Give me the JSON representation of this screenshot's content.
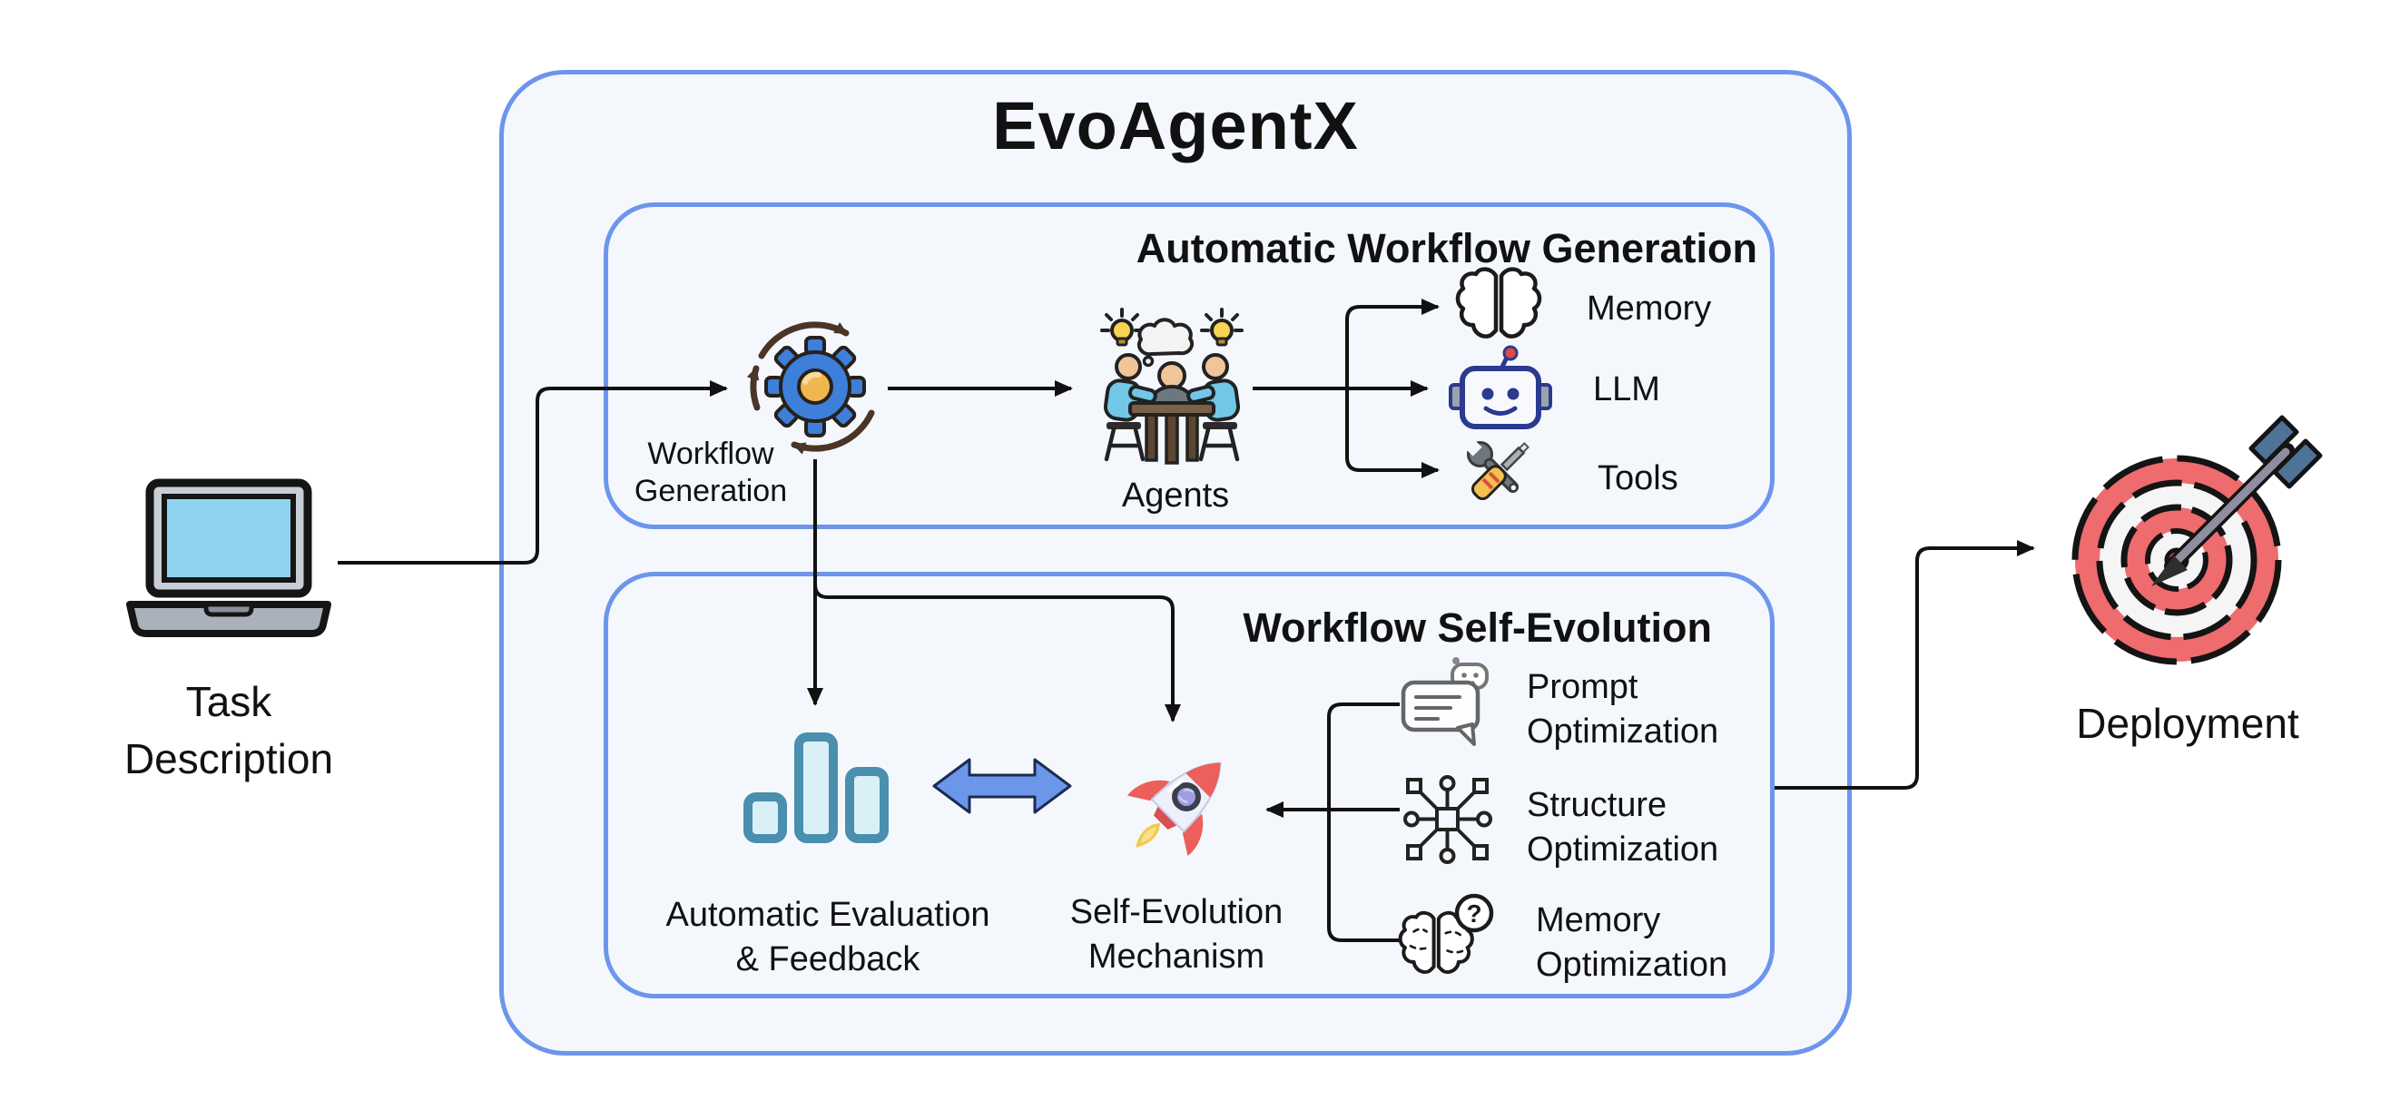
{
  "title": "EvoAgentX",
  "input": {
    "line1": "Task",
    "line2": "Description"
  },
  "output": {
    "label": "Deployment"
  },
  "generation_box": {
    "header": "Automatic Workflow Generation",
    "generator": {
      "line1": "Workflow",
      "line2": "Generation"
    },
    "agents_label": "Agents",
    "resources": [
      {
        "icon": "brain-icon",
        "label": "Memory"
      },
      {
        "icon": "robot-icon",
        "label": "LLM"
      },
      {
        "icon": "tools-icon",
        "label": "Tools"
      }
    ]
  },
  "evolution_box": {
    "header": "Workflow Self-Evolution",
    "evaluation": {
      "line1": "Automatic Evaluation",
      "line2": "& Feedback"
    },
    "mechanism": {
      "line1": "Self-Evolution",
      "line2": "Mechanism"
    },
    "optimizations": [
      {
        "icon": "prompt-optimization-icon",
        "line1": "Prompt",
        "line2": "Optimization"
      },
      {
        "icon": "structure-optimization-icon",
        "line1": "Structure",
        "line2": "Optimization"
      },
      {
        "icon": "memory-optimization-icon",
        "line1": "Memory",
        "line2": "Optimization"
      }
    ]
  },
  "colors": {
    "box_border": "#6D95EC",
    "box_fill": "#F4F8FD",
    "arrow": "#111111",
    "double_arrow_fill": "#6B96EA",
    "bar_chart_fill": "#DAF0F7",
    "bar_chart_stroke": "#4A8FAD",
    "gear_blue": "#3D7FD9",
    "gear_center_orange": "#F0B64F",
    "cycle_arrow_brown": "#4A3526",
    "rocket_red": "#EC5F5A",
    "flame_yellow": "#F2C94E",
    "target_red": "#EE6B6E",
    "dart_blue": "#4F7396",
    "laptop_screen_blue": "#8ED3F0",
    "person_shirt_blue": "#72C7E7",
    "skin": "#F0C59A",
    "bulb_yellow": "#F7D452",
    "text": "#111111"
  }
}
